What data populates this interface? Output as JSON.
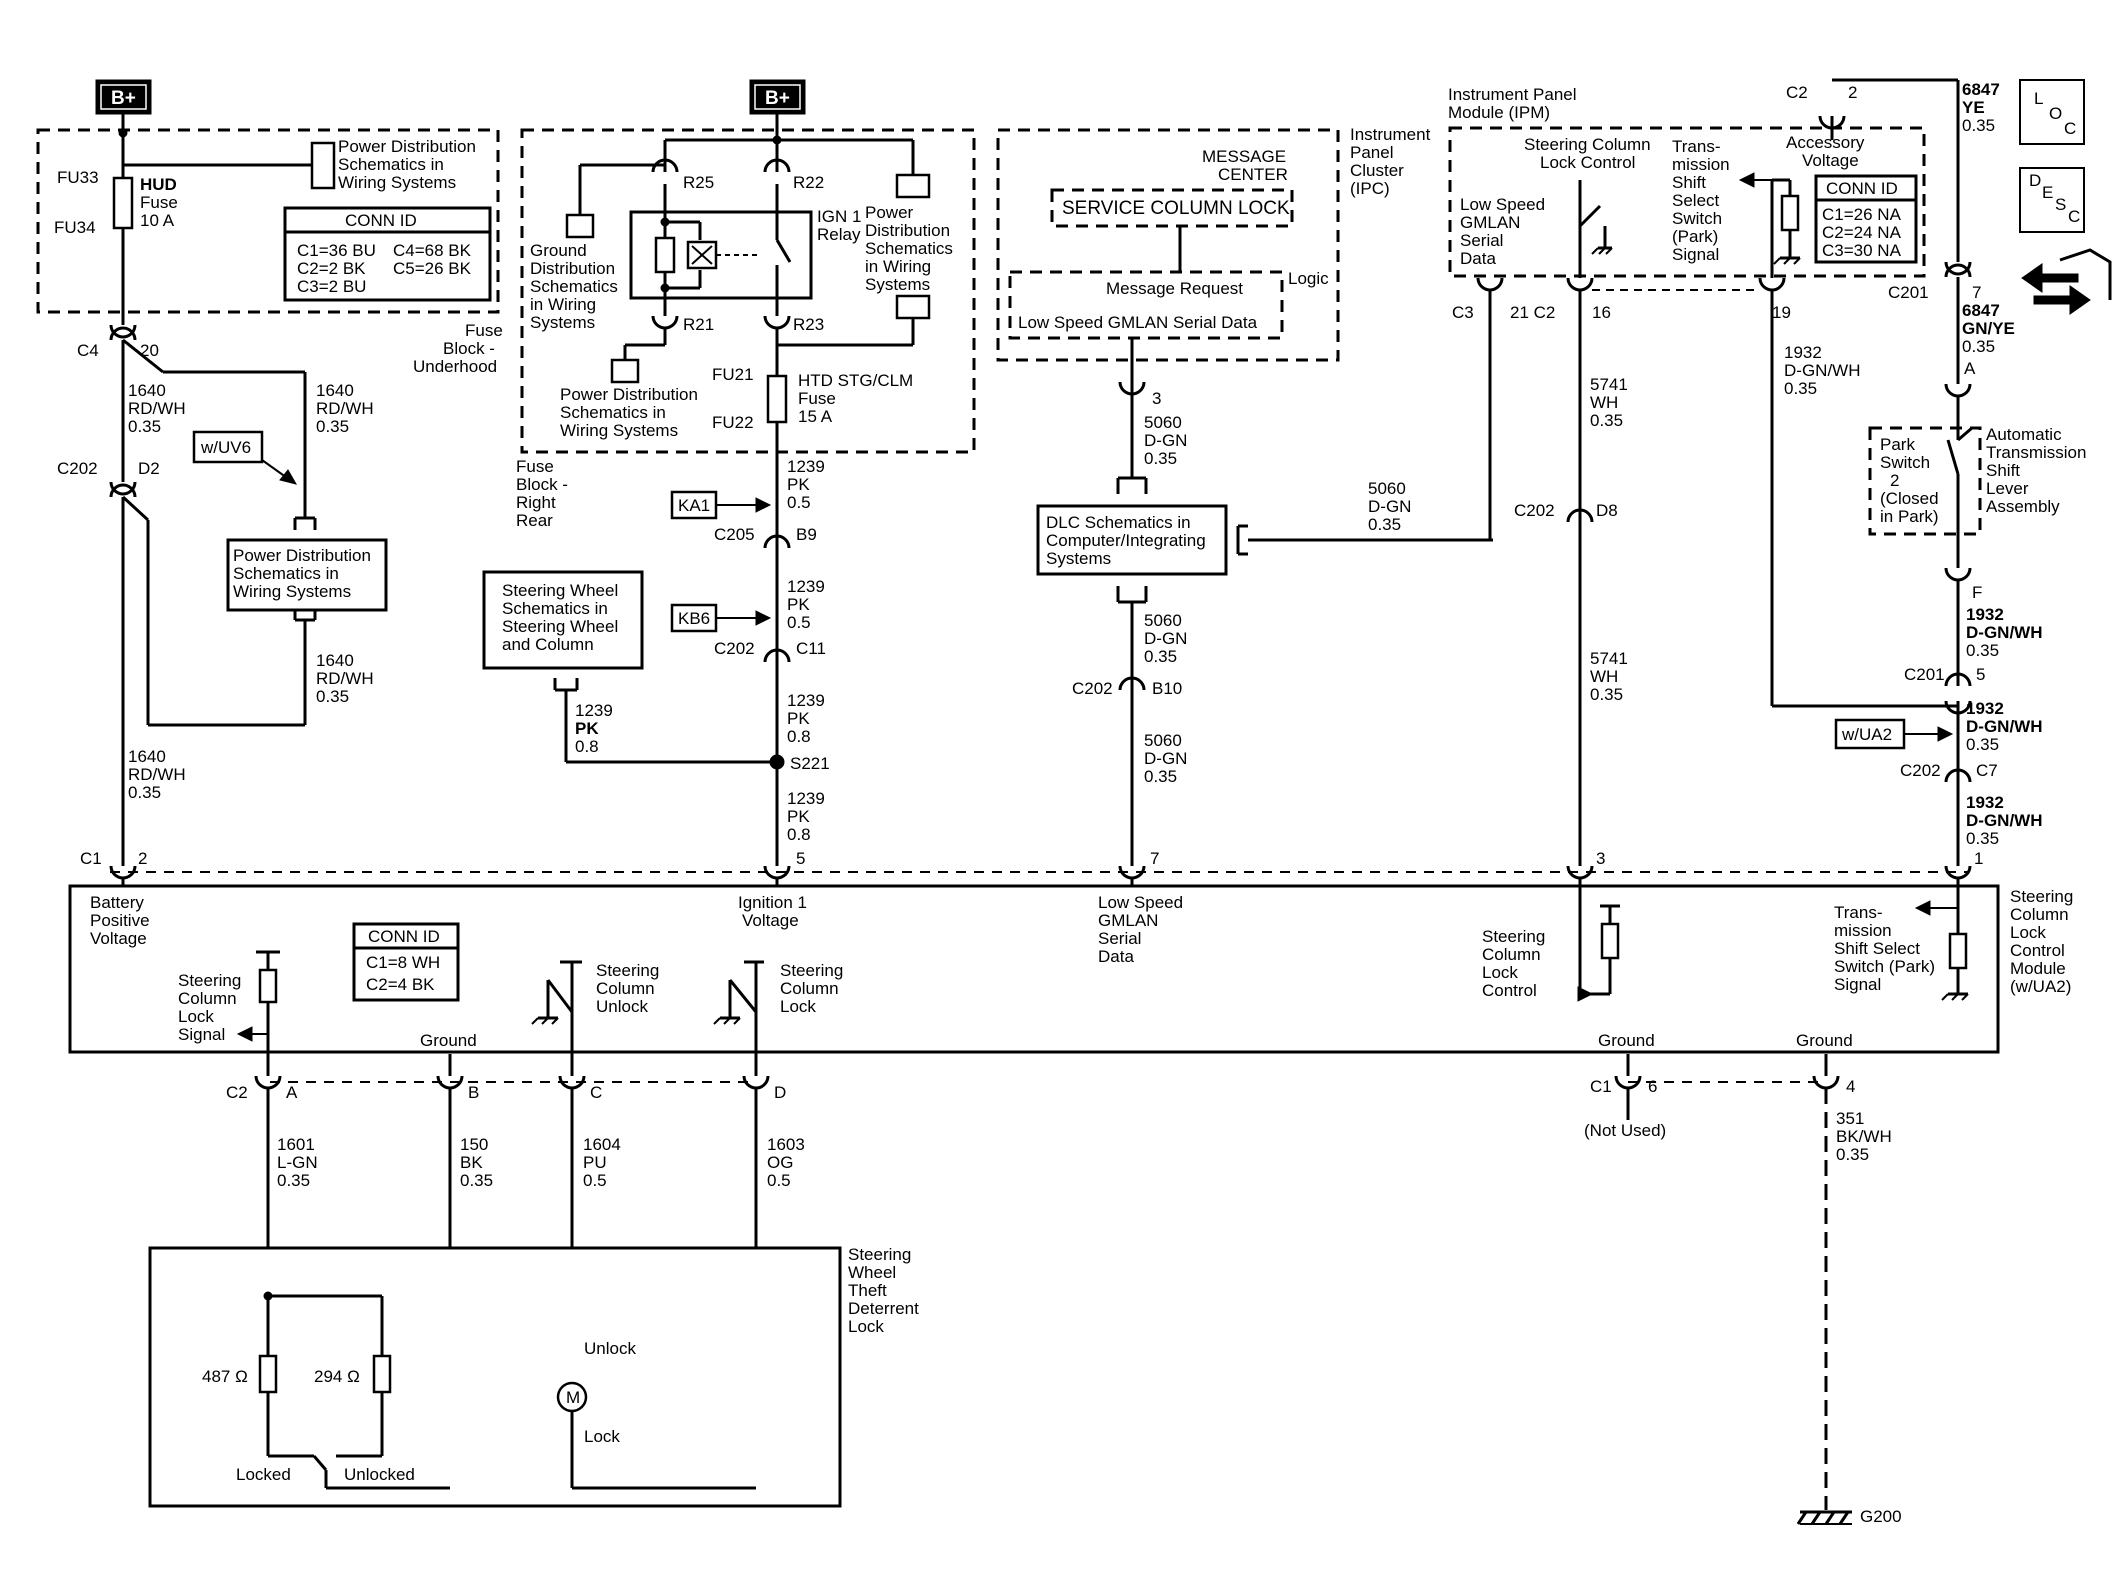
{
  "corner": {
    "loc": [
      "L",
      "O",
      "C"
    ],
    "desc": [
      "D",
      "E",
      "S",
      "C"
    ],
    "nav_icon": "arrow-nav-icon"
  },
  "bplus": [
    "B+",
    "B+"
  ],
  "fuse_box1": {
    "fu33": "FU33",
    "fu34": "FU34",
    "hud": "HUD",
    "fuse": "Fuse",
    "amp": "10 A",
    "pds": [
      "Power Distribution",
      "Schematics in",
      "Wiring Systems"
    ],
    "conn_title": "CONN ID",
    "conn_lines": [
      "C1=36 BU",
      "C4=68 BK",
      "C2=2 BK",
      "C5=26 BK",
      "C3=2 BU"
    ],
    "label": [
      "Fuse",
      "Block -",
      "Underhood"
    ]
  },
  "relay_box": {
    "r25": "R25",
    "r22": "R22",
    "r21": "R21",
    "r23": "R23",
    "relay": [
      "IGN 1",
      "Relay"
    ],
    "gds": [
      "Ground",
      "Distribution",
      "Schematics",
      "in Wiring",
      "Systems"
    ],
    "pds_right": [
      "Power",
      "Distribution",
      "Schematics",
      "in Wiring",
      "Systems"
    ],
    "pds_bottom": [
      "Power Distribution",
      "Schematics in",
      "Wiring Systems"
    ],
    "fu21": "FU21",
    "fu22": "FU22",
    "fuse": [
      "HTD STG/CLM",
      "Fuse",
      "15 A"
    ],
    "label": [
      "Fuse",
      "Block -",
      "Right",
      "Rear"
    ]
  },
  "ipc": {
    "message_center": [
      "MESSAGE",
      "CENTER"
    ],
    "service": "SERVICE COLUMN LOCK",
    "logic": "Logic",
    "message_request": "Message Request",
    "gmlan": "Low Speed GMLAN Serial Data",
    "label": [
      "Instrument",
      "Panel",
      "Cluster",
      "(IPC)"
    ]
  },
  "ipm": {
    "title": [
      "Instrument Panel",
      "Module (IPM)"
    ],
    "low_speed": [
      "Low Speed",
      "GMLAN",
      "Serial",
      "Data"
    ],
    "lock_ctrl": [
      "Steering Column",
      "Lock Control"
    ],
    "trans": [
      "Trans-",
      "mission",
      "Shift",
      "Select",
      "Switch",
      "(Park)",
      "Signal"
    ],
    "acc": [
      "Accessory",
      "Voltage"
    ],
    "conn_title": "CONN ID",
    "conn_lines": [
      "C1=26 NA",
      "C2=24 NA",
      "C3=30 NA"
    ],
    "c3": "C3",
    "p21c2": "21 C2",
    "p16": "16",
    "p19": "19",
    "c2": "C2",
    "p2": "2"
  },
  "wires": {
    "c4": "C4",
    "p20": "20",
    "w1640_a": [
      "1640",
      "RD/WH",
      "0.35"
    ],
    "w1640_b": [
      "1640",
      "RD/WH",
      "0.35"
    ],
    "w1640_c": [
      "1640",
      "RD/WH",
      "0.35"
    ],
    "w1640_d": [
      "1640",
      "RD/WH",
      "0.35"
    ],
    "wuv6": "w/UV6",
    "pds_mid": [
      "Power Distribution",
      "Schematics in",
      "Wiring Systems"
    ],
    "c202": "C202",
    "d2": "D2",
    "w1239_a": [
      "1239",
      "PK",
      "0.5"
    ],
    "w1239_b": [
      "1239",
      "PK",
      "0.5"
    ],
    "w1239_c": [
      "1239",
      "PK",
      "0.8"
    ],
    "w1239_d": [
      "1239",
      "PK",
      "0.8"
    ],
    "w1239_e": [
      "1239",
      "PK",
      "0.8"
    ],
    "ka1": "KA1",
    "kb6": "KB6",
    "c205": "C205",
    "b9": "B9",
    "c202b": "C202",
    "c11": "C11",
    "s221": "S221",
    "sws": [
      "Steering Wheel",
      "Schematics in",
      "Steering Wheel",
      "and Column"
    ],
    "p3": "3",
    "w5060_a": [
      "5060",
      "D-GN",
      "0.35"
    ],
    "w5060_b": [
      "5060",
      "D-GN",
      "0.35"
    ],
    "w5060_c": [
      "5060",
      "D-GN",
      "0.35"
    ],
    "w5060_d": [
      "5060",
      "D-GN",
      "0.35"
    ],
    "dlc": [
      "DLC Schematics in",
      "Computer/Integrating",
      "Systems"
    ],
    "c202c": "C202",
    "b10": "B10",
    "w5741_a": [
      "5741",
      "WH",
      "0.35"
    ],
    "w5741_b": [
      "5741",
      "WH",
      "0.35"
    ],
    "c202d": "C202",
    "d8": "D8",
    "w1932_a": [
      "1932",
      "D-GN/WH",
      "0.35"
    ],
    "w6847_a": [
      "6847",
      "YE",
      "0.35"
    ],
    "c201": "C201",
    "p7": "7",
    "w6847_b": [
      "6847",
      "GN/YE",
      "0.35"
    ],
    "pa": "A",
    "park": [
      "Park",
      "Switch",
      "2",
      "(Closed",
      "in Park)"
    ],
    "ats": [
      "Automatic",
      "Transmission",
      "Shift",
      "Lever",
      "Assembly"
    ],
    "pf": "F",
    "w1932_b": [
      "1932",
      "D-GN/WH",
      "0.35"
    ],
    "c201b": "C201",
    "p5": "5",
    "w1932_c": [
      "1932",
      "D-GN/WH",
      "0.35"
    ],
    "wua2": "w/UA2",
    "c202e": "C202",
    "c7": "C7",
    "w1932_d": [
      "1932",
      "D-GN/WH",
      "0.35"
    ]
  },
  "sclcm": {
    "c1": "C1",
    "pins": [
      "2",
      "5",
      "7",
      "3",
      "1"
    ],
    "batt": [
      "Battery",
      "Positive",
      "Voltage"
    ],
    "ign": [
      "Ignition 1",
      "Voltage"
    ],
    "lsg": [
      "Low Speed",
      "GMLAN",
      "Serial",
      "Data"
    ],
    "conn_title": "CONN ID",
    "conn_lines": [
      "C1=8 WH",
      "C2=4 BK"
    ],
    "lock_signal": [
      "Steering",
      "Column",
      "Lock",
      "Signal"
    ],
    "ground": "Ground",
    "unlock": [
      "Steering",
      "Column",
      "Unlock"
    ],
    "lock": [
      "Steering",
      "Column",
      "Lock"
    ],
    "lock_ctrl": [
      "Steering",
      "Column",
      "Lock",
      "Control"
    ],
    "trans_sig": [
      "Trans-",
      "mission",
      "Shift Select",
      "Switch (Park)",
      "Signal"
    ],
    "label": [
      "Steering",
      "Column",
      "Lock",
      "Control",
      "Module",
      "(w/UA2)"
    ],
    "ground2": "Ground",
    "ground3": "Ground"
  },
  "bottom": {
    "c2": "C2",
    "pins": [
      "A",
      "B",
      "C",
      "D"
    ],
    "w1601": [
      "1601",
      "L-GN",
      "0.35"
    ],
    "w150": [
      "150",
      "BK",
      "0.35"
    ],
    "w1604": [
      "1604",
      "PU",
      "0.5"
    ],
    "w1603": [
      "1603",
      "OG",
      "0.5"
    ],
    "c1": "C1",
    "p6": "6",
    "not_used": "(Not Used)",
    "p4": "4",
    "w351": [
      "351",
      "BK/WH",
      "0.35"
    ],
    "g200": "G200"
  },
  "swtdl": {
    "label": [
      "Steering",
      "Wheel",
      "Theft",
      "Deterrent",
      "Lock"
    ],
    "r487": "487 Ω",
    "r294": "294 Ω",
    "locked": "Locked",
    "unlocked": "Unlocked",
    "unlock": "Unlock",
    "lock": "Lock",
    "motor": "M"
  }
}
